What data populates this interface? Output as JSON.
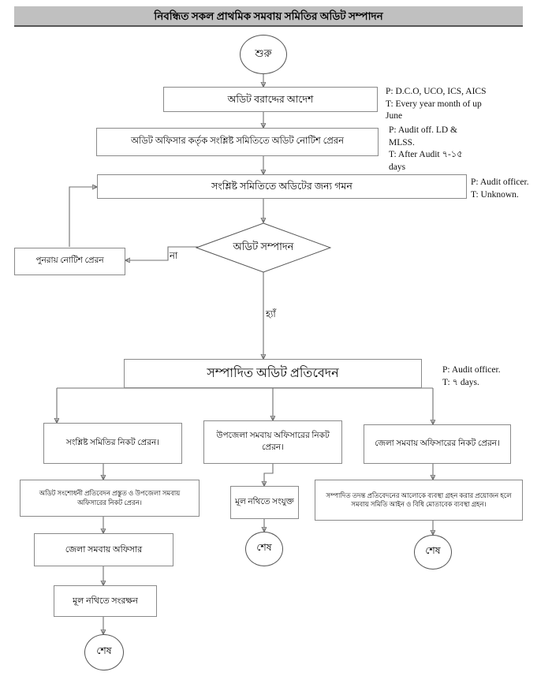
{
  "header": {
    "title": "নিবন্ধিত সকল প্রাথমিক সমবায় সমিতির অডিট সম্পাদন",
    "bar_color": "#c0c0c0",
    "underline_color": "#555555"
  },
  "flow": {
    "start": {
      "label": "শুরু"
    },
    "nodes": [
      {
        "id": "order",
        "label": "অডিট বরাদ্দের আদেশ"
      },
      {
        "id": "notice",
        "label": "অডিট অফিসার কর্তৃক সংশ্লিষ্ট সমিতিতে অডিট নোটিশ প্রেরন"
      },
      {
        "id": "visit",
        "label": "সংশ্লিষ্ট সমিতিতে অডিটের জন্য গমন"
      },
      {
        "id": "renotice",
        "label": "পুনরায় নোটিশ প্রেরন"
      },
      {
        "id": "report",
        "label": "সম্পাদিত অডিট প্রতিবেদন"
      },
      {
        "id": "to-society",
        "label": "সংশ্লিষ্ট সমিতির নিকট প্রেরন।"
      },
      {
        "id": "to-upazila",
        "label": "উপজেলা সমবায় অফিসারের নিকট প্রেরন।"
      },
      {
        "id": "to-district",
        "label": "জেলা সমবায় অফিসারের নিকট প্রেরন।"
      },
      {
        "id": "correction",
        "label": "অডিট সংশোধনী প্রতিবেদন প্রস্তুত ও উপজেলা সমবায় অফিসারের নিকট প্রেরন।"
      },
      {
        "id": "attach-file",
        "label": "মূল নথিতে সংযুক্ত"
      },
      {
        "id": "action-taken",
        "label": "সম্পাদিত তদন্ত প্রতিবেদনের আলোকে ব্যবস্থা গ্রহন করার প্রয়োজন হলে সমবায় সমিতি আইন ও  বিধি মোতাবেক ব্যবস্থা গ্রহন।"
      },
      {
        "id": "dco-office",
        "label": "জেলা সমবায় অফিসার"
      },
      {
        "id": "preserve",
        "label": "মূল নথিতে সংরক্ষন"
      }
    ],
    "decision": {
      "id": "audit-done",
      "label": "অডিট সম্পাদন"
    },
    "edge_labels": {
      "no": "না",
      "yes": "হ্যাঁ"
    },
    "ends": [
      {
        "id": "end-left",
        "label": "শেষ"
      },
      {
        "id": "end-middle",
        "label": "শেষ"
      },
      {
        "id": "end-right",
        "label": "শেষ"
      }
    ]
  },
  "annotations": [
    {
      "id": "ann-order",
      "text": "P: D.C.O, UCO, ICS, AICS\nT: Every year month of up\nJune"
    },
    {
      "id": "ann-notice",
      "text": "P: Audit off. LD &\nMLSS.\nT: After Audit ৭-১৫\ndays"
    },
    {
      "id": "ann-visit",
      "text": "P: Audit officer.\nT: Unknown."
    },
    {
      "id": "ann-report",
      "text": "P: Audit officer.\nT: ৭ days."
    }
  ]
}
